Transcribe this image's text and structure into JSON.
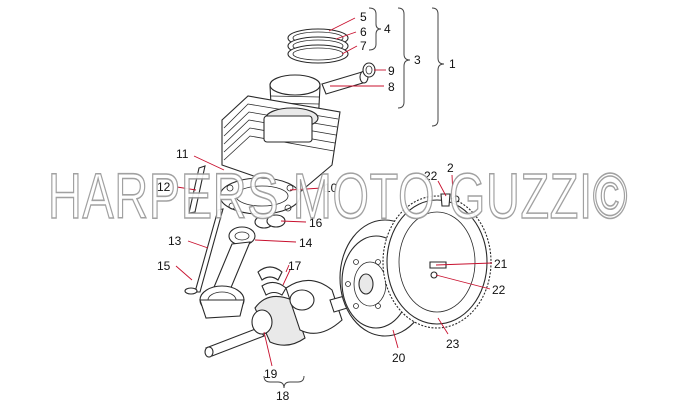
{
  "watermark": "HARPERS MOTO GUZZI©",
  "callouts": {
    "c1": "1",
    "c2": "2",
    "c3": "3",
    "c4": "4",
    "c5": "5",
    "c6": "6",
    "c7": "7",
    "c8": "8",
    "c9": "9",
    "c10": "10",
    "c11": "11",
    "c12": "12",
    "c13": "13",
    "c14": "14",
    "c15": "15",
    "c16": "16",
    "c17": "17",
    "c18": "18",
    "c19": "19",
    "c20": "20",
    "c21": "21",
    "c22a": "22",
    "c22b": "22",
    "c23": "23"
  },
  "colors": {
    "leader": "#c8102e",
    "line": "#2a2a2a",
    "watermark_outline": "#9a9a9a"
  }
}
